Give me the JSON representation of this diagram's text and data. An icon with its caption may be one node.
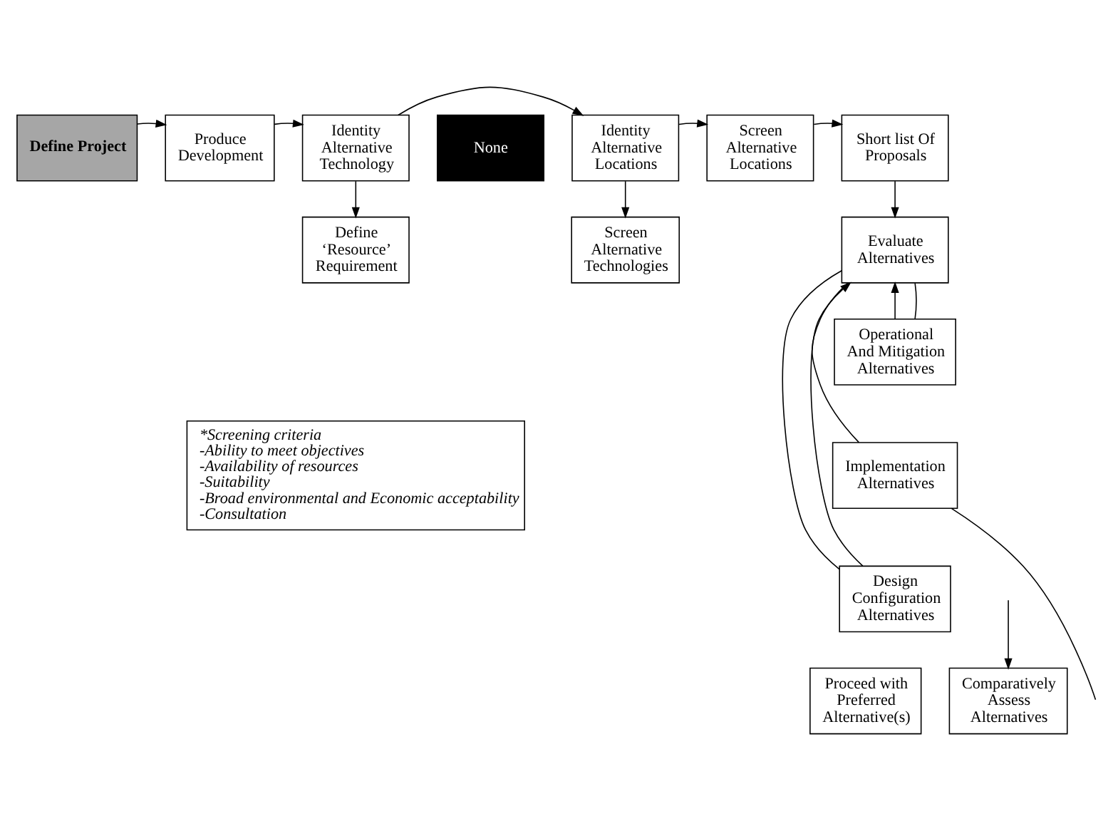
{
  "diagram": {
    "nodes": [
      {
        "text": [
          "Define Project"
        ]
      },
      {
        "text": [
          "Produce Development"
        ]
      },
      {
        "text": [
          "Identity Alternative Technology"
        ]
      },
      {
        "text": [
          "None"
        ]
      },
      {
        "text": [
          "Identity Alternative Locations"
        ]
      },
      {
        "text": [
          "Screen Alternative Locations"
        ]
      },
      {
        "text": [
          "Short list Of Proposals"
        ]
      },
      {
        "text": [
          "Define ‘Resource’ Requirement"
        ]
      },
      {
        "text": [
          "Screen Alternative Technologies"
        ]
      },
      {
        "text": [
          "Evaluate Alternatives"
        ]
      },
      {
        "text": [
          "*Screening criteria",
          "-Ability to meet objectives",
          "-Availability of resources",
          "-Suitability",
          "-Broad environmental and Economic acceptability",
          "-Consultation"
        ]
      },
      {
        "text": [
          "Operational And Mitigation Alternatives"
        ]
      },
      {
        "text": [
          "Implementation Alternatives"
        ]
      },
      {
        "text": [
          "Design Configuration Alternatives"
        ]
      },
      {
        "text": [
          "Proceed with Preferred Alternative(s)"
        ]
      },
      {
        "text": [
          "Comparatively Assess Alternatives"
        ]
      }
    ],
    "edges": [
      {
        "from": 0,
        "to": 1,
        "arrow": "to"
      },
      {
        "from": 1,
        "to": 2,
        "arrow": "to"
      },
      {
        "from": 2,
        "to": 4,
        "arrow": "to"
      },
      {
        "from": 4,
        "to": 5,
        "arrow": "to"
      },
      {
        "from": 5,
        "to": 6,
        "arrow": "to"
      },
      {
        "from": 2,
        "to": 7,
        "arrow": "to"
      },
      {
        "from": 4,
        "to": 8,
        "arrow": "to"
      },
      {
        "from": 6,
        "to": 9,
        "arrow": "to"
      },
      {
        "from": 11,
        "to": 9,
        "arrow": "to"
      },
      {
        "from": 13,
        "to": 9,
        "arrow": "to"
      },
      {
        "from": 9,
        "to": 11,
        "arrow": "none"
      },
      {
        "from": 9,
        "to": 12,
        "arrow": "none"
      },
      {
        "from": 9,
        "to": 13,
        "arrow": "none"
      },
      {
        "from": 12,
        "to": null,
        "arrow": "none"
      },
      {
        "from": null,
        "to": 15,
        "arrow": "to"
      }
    ]
  }
}
